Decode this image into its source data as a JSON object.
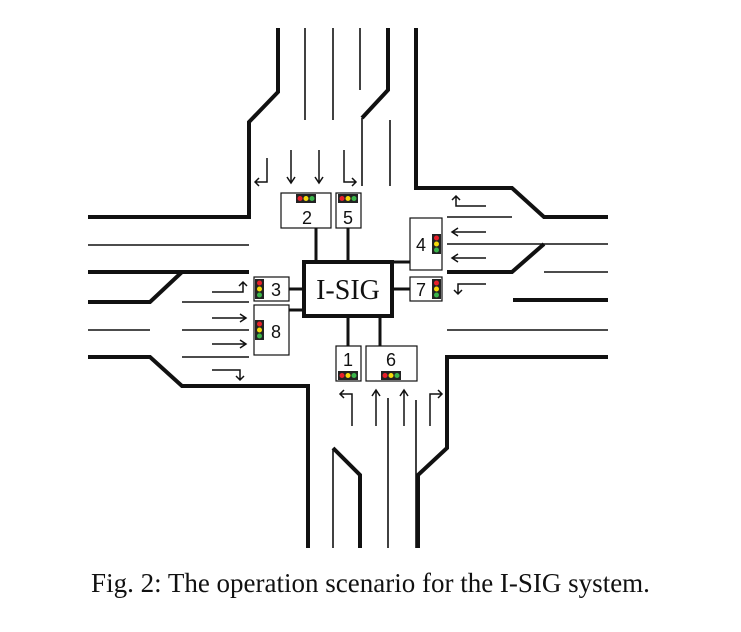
{
  "figure": {
    "caption": "Fig. 2: The operation scenario for the I-SIG system.",
    "controller_label": "I-SIG",
    "signals": [
      {
        "id": "2",
        "label": "2"
      },
      {
        "id": "5",
        "label": "5"
      },
      {
        "id": "4",
        "label": "4"
      },
      {
        "id": "7",
        "label": "7"
      },
      {
        "id": "3",
        "label": "3"
      },
      {
        "id": "8",
        "label": "8"
      },
      {
        "id": "1",
        "label": "1"
      },
      {
        "id": "6",
        "label": "6"
      }
    ],
    "colors": {
      "line": "#111111",
      "light_red": "#e8202a",
      "light_yellow": "#f5d90a",
      "light_green": "#3bb44a"
    }
  }
}
